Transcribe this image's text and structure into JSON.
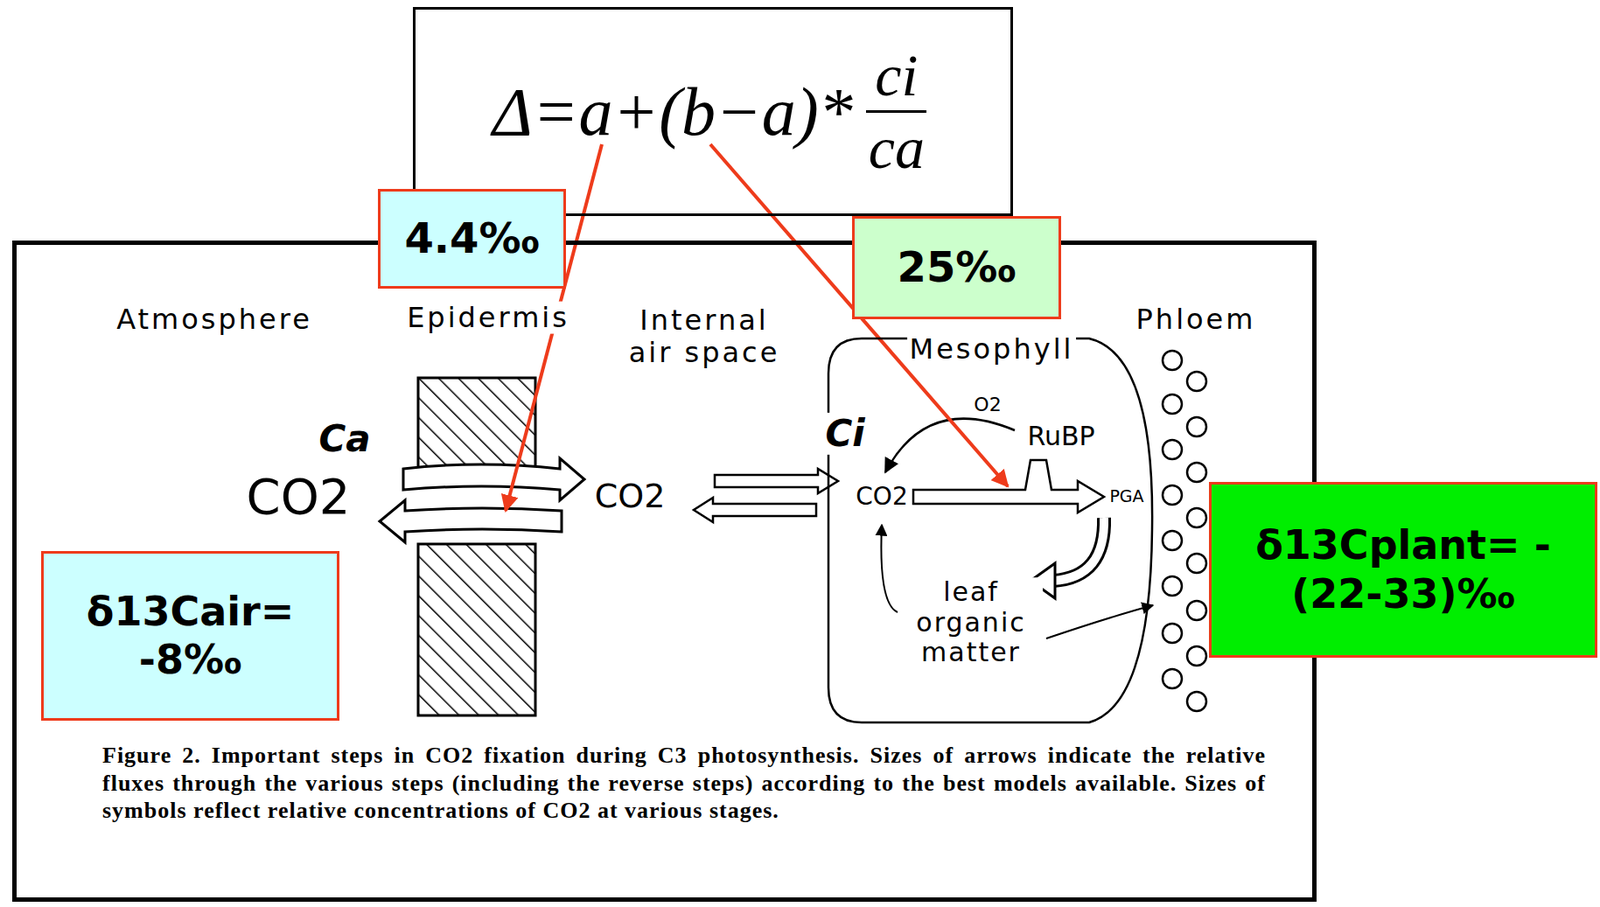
{
  "diagram": {
    "nodes": [
      {
        "text": [
          "Δ=a+(b−a)*",
          "ci",
          "ca"
        ]
      },
      {
        "text": [
          "4.4‰"
        ]
      },
      {
        "text": [
          "25‰"
        ]
      },
      {
        "text": [
          "Figure 2. Important steps in CO2 fixation during C3 photosynthesis. Sizes of arrows indicate the relative fluxes through the various steps (including the reverse steps) according to the best models available. Sizes of symbols reflect relative concentrations of CO2 at various stages."
        ]
      },
      {
        "text": [
          "Mesophyll"
        ],
        "in": 3
      },
      {
        "text": [
          "δ13Cair= -8‰"
        ],
        "in": 3
      },
      {
        "text": [
          "δ13Cplant= -(22-33)‰"
        ]
      }
    ],
    "labels": [
      "Atmosphere",
      "Epidermis",
      "Internal air space",
      "Phloem",
      "Ca",
      "Ci",
      "CO2",
      "CO2",
      "CO2",
      "O2",
      "RuBP",
      "PGA",
      "leaf organic matter"
    ]
  }
}
